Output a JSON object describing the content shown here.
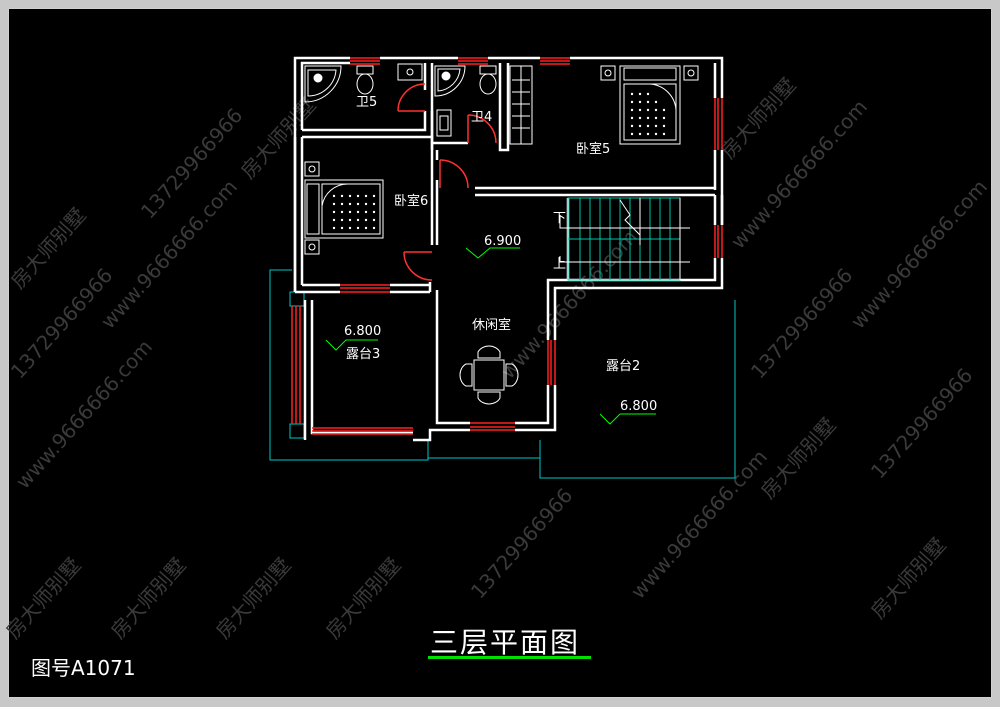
{
  "drawing": {
    "title": "三层平面图",
    "drawing_number": "图号A1071",
    "watermark_texts": [
      "房大师别墅",
      "13729966966",
      "www.9666666.com"
    ]
  },
  "rooms": {
    "bath5": "卫5",
    "bath4": "卫4",
    "bedroom5": "卧室5",
    "bedroom6": "卧室6",
    "lounge": "休闲室",
    "terrace3": "露台3",
    "terrace2": "露台2"
  },
  "elevations": {
    "hall": "6.900",
    "terrace3": "6.800",
    "terrace2": "6.800"
  },
  "stairs": {
    "down": "下",
    "up": "上"
  },
  "colors": {
    "background": "#000000",
    "wall": "#ffffff",
    "window": "#ff2020",
    "fixture": "#ffffff",
    "terrace_outline": "#00c8c8",
    "stair": "#00c8a8",
    "elevation_mark": "#00ff00",
    "title_underline": "#00e000",
    "watermark": "#3c3c3c"
  }
}
